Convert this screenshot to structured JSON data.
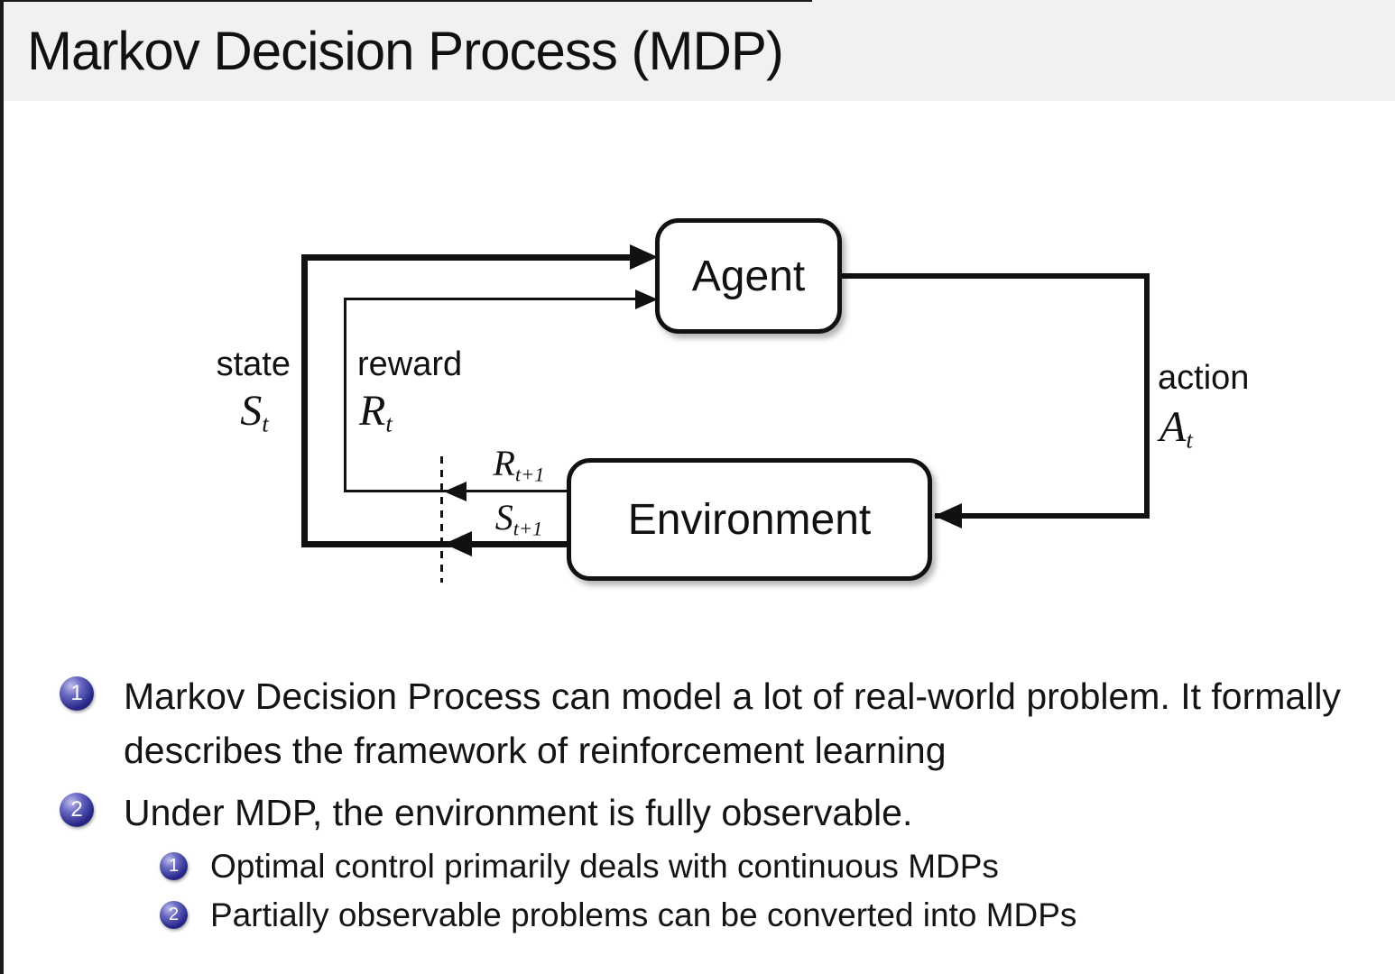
{
  "title": "Markov Decision Process (MDP)",
  "diagram": {
    "agent_label": "Agent",
    "environment_label": "Environment",
    "state_label": "state",
    "state_sym": "S",
    "state_sub": "t",
    "reward_label": "reward",
    "reward_sym": "R",
    "reward_sub": "t",
    "action_label": "action",
    "action_sym": "A",
    "action_sub": "t",
    "next_reward_sym": "R",
    "next_reward_sub": "t+1",
    "next_state_sym": "S",
    "next_state_sub": "t+1"
  },
  "bullets": [
    {
      "number": "1",
      "text": "Markov Decision Process can model a lot of real-world problem. It formally describes the framework of reinforcement learning"
    },
    {
      "number": "2",
      "text": "Under MDP, the environment is fully observable.",
      "sub": [
        {
          "number": "1",
          "text": "Optimal control primarily deals with continuous MDPs"
        },
        {
          "number": "2",
          "text": "Partially observable problems can be converted into MDPs"
        }
      ]
    }
  ],
  "colors": {
    "title_bg": "#f1f1f1",
    "badge_blue": "#28288a",
    "line_black": "#111111",
    "text": "#141414"
  }
}
